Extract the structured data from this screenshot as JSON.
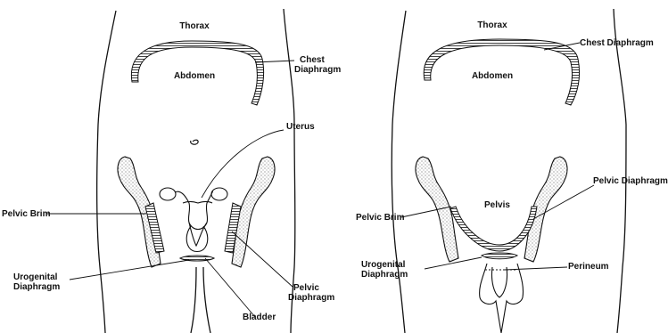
{
  "figure_left": {
    "thorax": "Thorax",
    "abdomen": "Abdomen",
    "chest_diaphragm": [
      "Chest",
      "Diaphragm"
    ],
    "uterus": "Uterus",
    "pelvic_brim": "Pelvic Brim",
    "urogenital_diaphragm": [
      "Urogenital",
      "Diaphragm"
    ],
    "pelvic_diaphragm": [
      "Pelvic",
      "Diaphragm"
    ],
    "bladder": "Bladder"
  },
  "figure_right": {
    "thorax": "Thorax",
    "abdomen": "Abdomen",
    "chest_diaphragm": "Chest Diaphragm",
    "pelvic_diaphragm": "Pelvic Diaphragm",
    "pelvis": "Pelvis",
    "pelvic_brim": "Pelvic Brim",
    "urogenital_diaphragm": [
      "Urogenital",
      "Diaphragm"
    ],
    "perineum": "Perineum"
  }
}
